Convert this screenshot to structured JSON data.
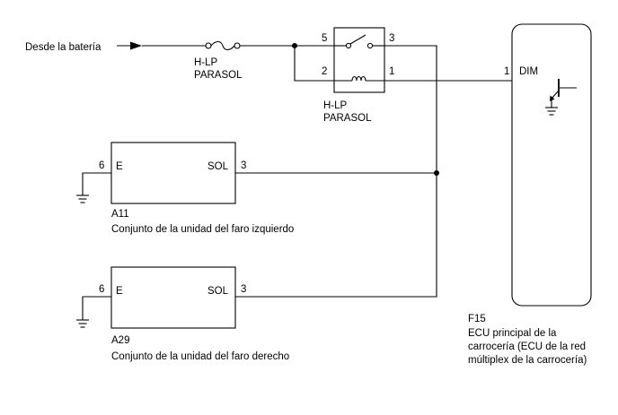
{
  "source": {
    "label": "Desde la batería"
  },
  "fuse": {
    "line1": "H-LP",
    "line2": "PARASOL"
  },
  "relay": {
    "line1": "H-LP",
    "line2": "PARASOL",
    "pins": {
      "top_left": "5",
      "top_right": "3",
      "bottom_left": "2",
      "bottom_right": "1"
    }
  },
  "components": [
    {
      "code": "A11",
      "name": "Conjunto de la unidad del faro izquierdo",
      "left_pin": {
        "number": "6",
        "label": "E"
      },
      "right_pin": {
        "number": "3",
        "label": "SOL"
      }
    },
    {
      "code": "A29",
      "name": "Conjunto de la unidad del faro derecho",
      "left_pin": {
        "number": "6",
        "label": "E"
      },
      "right_pin": {
        "number": "3",
        "label": "SOL"
      }
    }
  ],
  "ecu": {
    "code": "F15",
    "pin_number": "1",
    "pin_label": "DIM",
    "description": [
      "ECU principal de la",
      "carrocería (ECU de la red",
      "múltiplex de la carrocería)"
    ]
  }
}
